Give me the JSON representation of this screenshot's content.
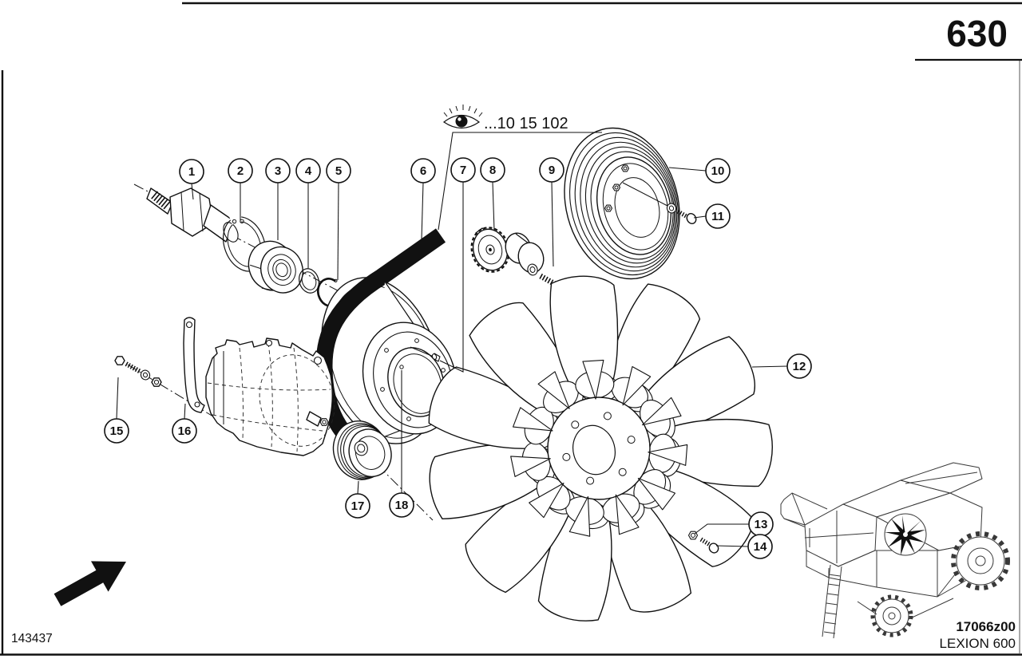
{
  "page": {
    "number": "630",
    "figure_code": "143437",
    "drawing_code": "17066z00",
    "model": "LEXION 600"
  },
  "note": {
    "icon": "eye-icon",
    "text": "...10 15 102"
  },
  "callouts": [
    {
      "label": "1"
    },
    {
      "label": "2"
    },
    {
      "label": "3"
    },
    {
      "label": "4"
    },
    {
      "label": "5"
    },
    {
      "label": "6"
    },
    {
      "label": "7"
    },
    {
      "label": "8"
    },
    {
      "label": "9"
    },
    {
      "label": "10"
    },
    {
      "label": "11"
    },
    {
      "label": "12"
    },
    {
      "label": "13"
    },
    {
      "label": "14"
    },
    {
      "label": "15"
    },
    {
      "label": "16"
    },
    {
      "label": "17"
    },
    {
      "label": "18"
    }
  ]
}
